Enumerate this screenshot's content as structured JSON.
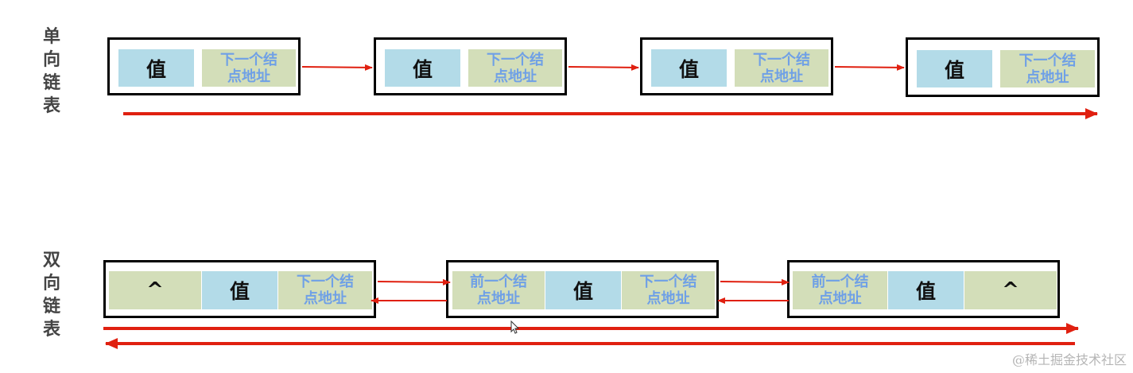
{
  "singly": {
    "label_chars": [
      "单",
      "向",
      "链",
      "表"
    ],
    "value_label": "值",
    "next_label_line1": "下一个结",
    "next_label_line2": "点地址"
  },
  "doubly": {
    "label_chars": [
      "双",
      "向",
      "链",
      "表"
    ],
    "value_label": "值",
    "prev_label_line1": "前一个结",
    "prev_label_line2": "点地址",
    "next_label_line1": "下一个结",
    "next_label_line2": "点地址",
    "null_symbol": "^"
  },
  "colors": {
    "value_cell": "#b3dbe8",
    "pointer_cell": "#d3deb9",
    "pointer_text": "#6fa0e6",
    "arrow": "#e02010"
  },
  "watermark": "@稀土掘金技术社区"
}
